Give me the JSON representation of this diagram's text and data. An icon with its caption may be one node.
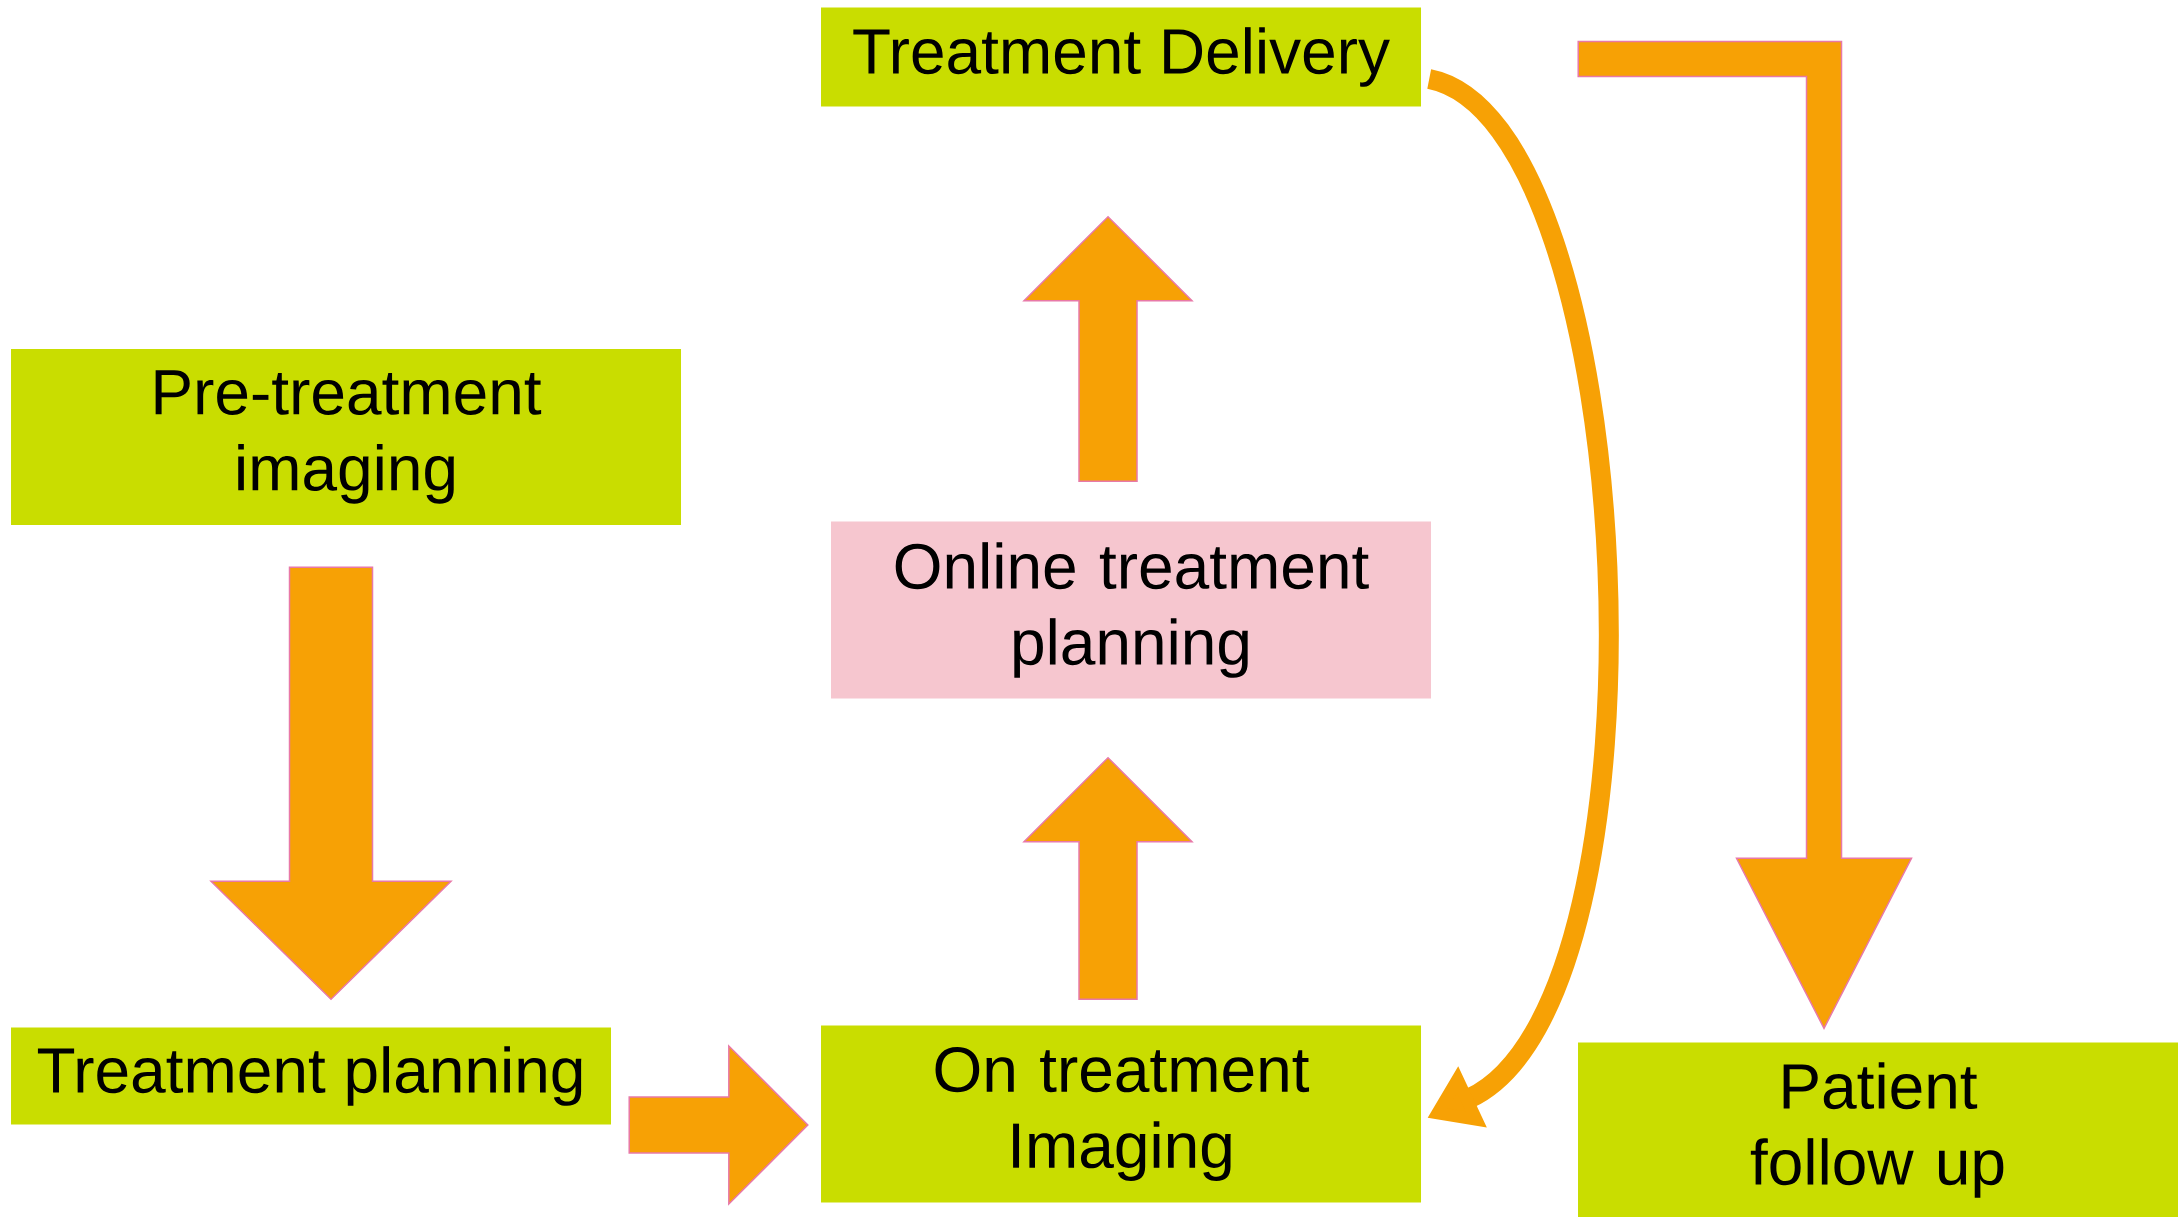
{
  "diagram": {
    "nodes": [
      {
        "text": [
          "Treatment Delivery"
        ]
      },
      {
        "text": [
          "Pre-treatment imaging"
        ]
      },
      {
        "text": [
          "Online treatment planning"
        ]
      },
      {
        "text": [
          "Treatment planning"
        ]
      },
      {
        "text": [
          "On treatment Imaging"
        ]
      },
      {
        "text": [
          "Patient follow up"
        ]
      }
    ],
    "edges": [
      {
        "from": 1,
        "to": 3,
        "arrow": "to"
      },
      {
        "from": 3,
        "to": 4,
        "arrow": "to"
      },
      {
        "from": 4,
        "to": 2,
        "arrow": "to"
      },
      {
        "from": 2,
        "to": 0,
        "arrow": "to"
      },
      {
        "from": 0,
        "to": 4,
        "arrow": "to"
      },
      {
        "from": 0,
        "to": 5,
        "arrow": "to"
      }
    ]
  }
}
